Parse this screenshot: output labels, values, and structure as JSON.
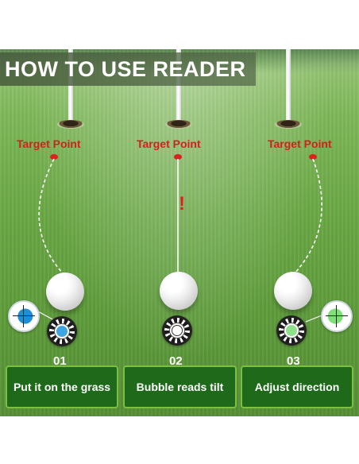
{
  "title": "HOW TO USE READER",
  "target_label": "Target Point",
  "steps": [
    {
      "number": "01",
      "label": "Put it on the grass"
    },
    {
      "number": "02",
      "label": "Bubble reads tilt"
    },
    {
      "number": "03",
      "label": "Adjust direction"
    }
  ],
  "warning_symbol": "!",
  "colors": {
    "accent_red": "#e0201f",
    "box_green": "#1f6a1a",
    "box_border": "#7bc043"
  }
}
